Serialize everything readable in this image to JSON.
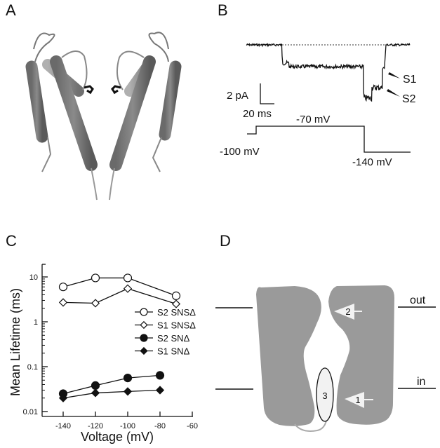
{
  "panels": {
    "a": {
      "label": "A"
    },
    "b": {
      "label": "B",
      "scale_bar": {
        "current": "2 pA",
        "time": "20 ms"
      },
      "markers": [
        "S1",
        "S2"
      ],
      "voltage_protocol": {
        "holding": "-100 mV",
        "step": "-70 mV",
        "final": "-140 mV"
      }
    },
    "c": {
      "label": "C"
    },
    "d": {
      "label": "D",
      "membrane": {
        "outside": "out",
        "inside": "in"
      },
      "sites": [
        "1",
        "2",
        "3"
      ]
    }
  },
  "chart_data": {
    "type": "line",
    "title": "",
    "xlabel": "Voltage (mV)",
    "ylabel": "Mean Lifetime (ms)",
    "yscale": "log",
    "xlim": [
      -150,
      -60
    ],
    "ylim": [
      0.01,
      20
    ],
    "xticks": [
      -140,
      -120,
      -100,
      -80,
      -60
    ],
    "xtick_labels": [
      "-140",
      "-120",
      "-100",
      "-80",
      "-60"
    ],
    "yticks": [
      0.01,
      0.1,
      1,
      10
    ],
    "ytick_labels": [
      "0.01",
      "0.1",
      "1",
      "10"
    ],
    "grid": false,
    "legend_position": "right-middle",
    "series": [
      {
        "name": "S2  SNSΔ",
        "marker": "open-circle",
        "x": [
          -140,
          -120,
          -100,
          -70
        ],
        "values": [
          6.0,
          9.5,
          9.5,
          3.8
        ]
      },
      {
        "name": "S1  SNSΔ",
        "marker": "open-diamond",
        "x": [
          -140,
          -120,
          -100,
          -70
        ],
        "values": [
          2.7,
          2.6,
          5.5,
          2.5
        ]
      },
      {
        "name": "S2  SNΔ",
        "marker": "filled-circle",
        "x": [
          -140,
          -120,
          -100,
          -80
        ],
        "values": [
          0.025,
          0.038,
          0.056,
          0.064
        ]
      },
      {
        "name": "S1  SNΔ",
        "marker": "filled-diamond",
        "x": [
          -140,
          -120,
          -100,
          -80
        ],
        "values": [
          0.02,
          0.026,
          0.028,
          0.03
        ]
      }
    ]
  }
}
